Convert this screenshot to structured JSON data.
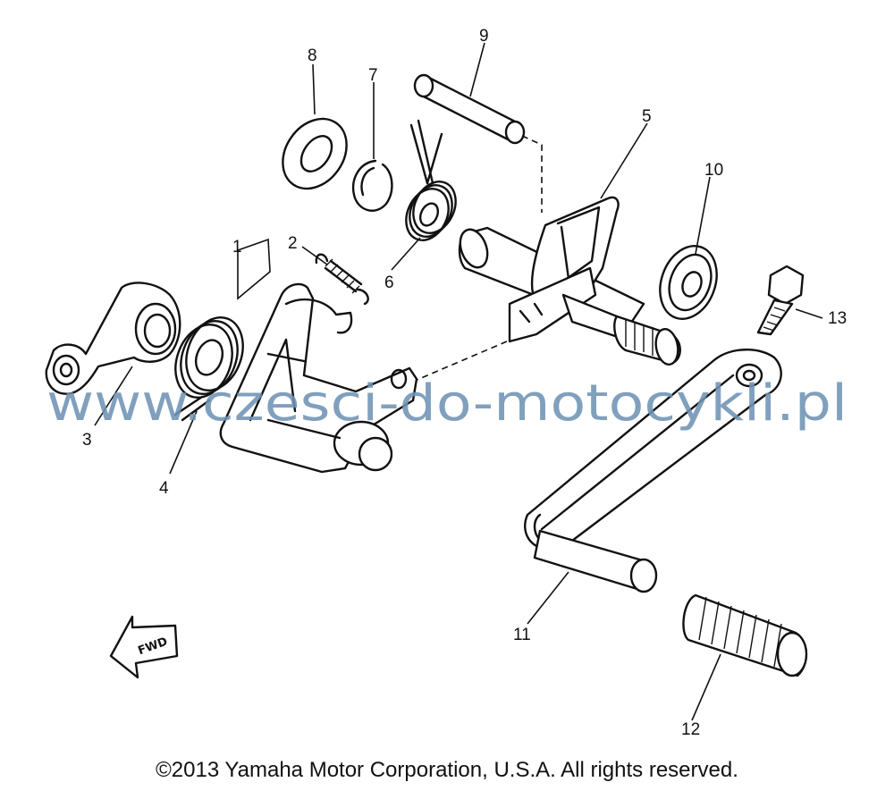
{
  "diagram": {
    "callouts": [
      "1",
      "2",
      "3",
      "4",
      "5",
      "6",
      "7",
      "8",
      "9",
      "10",
      "11",
      "12",
      "13"
    ],
    "fwd_label": "FWD",
    "watermark": "www.czesci-do-motocykli.pl",
    "copyright": "©2013 Yamaha Motor Corporation, U.S.A. All rights reserved."
  }
}
